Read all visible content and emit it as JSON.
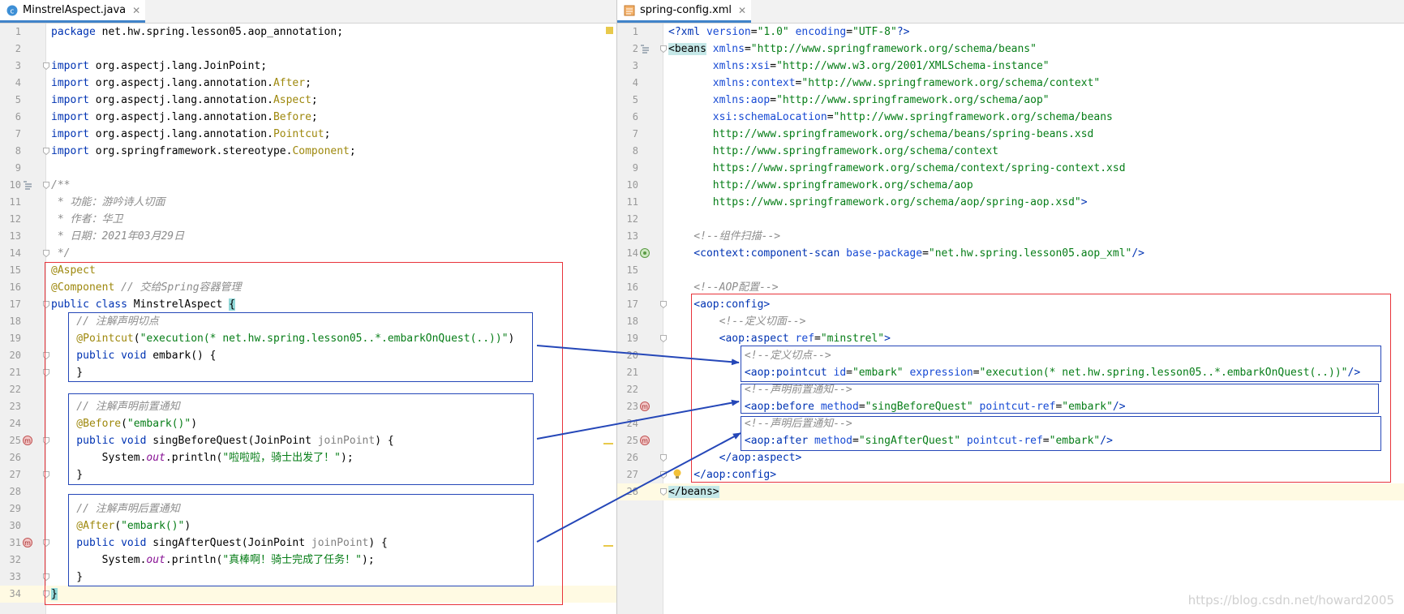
{
  "left_tab": {
    "title": "MinstrelAspect.java",
    "close_icon": "close-icon",
    "file_icon": "java-class-icon"
  },
  "right_tab": {
    "title": "spring-config.xml",
    "close_icon": "close-icon",
    "file_icon": "xml-file-icon"
  },
  "java_lines": [
    [
      [
        "kw",
        "package "
      ],
      [
        "pl",
        "net.hw.spring.lesson05.aop_annotation;"
      ]
    ],
    [],
    [
      [
        "kw",
        "import "
      ],
      [
        "pl",
        "org.aspectj.lang.JoinPoint;"
      ]
    ],
    [
      [
        "kw",
        "import "
      ],
      [
        "pl",
        "org.aspectj.lang.annotation."
      ],
      [
        "cls",
        "After"
      ],
      [
        "pl",
        ";"
      ]
    ],
    [
      [
        "kw",
        "import "
      ],
      [
        "pl",
        "org.aspectj.lang.annotation."
      ],
      [
        "cls",
        "Aspect"
      ],
      [
        "pl",
        ";"
      ]
    ],
    [
      [
        "kw",
        "import "
      ],
      [
        "pl",
        "org.aspectj.lang.annotation."
      ],
      [
        "cls",
        "Before"
      ],
      [
        "pl",
        ";"
      ]
    ],
    [
      [
        "kw",
        "import "
      ],
      [
        "pl",
        "org.aspectj.lang.annotation."
      ],
      [
        "cls",
        "Pointcut"
      ],
      [
        "pl",
        ";"
      ]
    ],
    [
      [
        "kw",
        "import "
      ],
      [
        "pl",
        "org.springframework.stereotype."
      ],
      [
        "cls",
        "Component"
      ],
      [
        "pl",
        ";"
      ]
    ],
    [],
    [
      [
        "cm",
        "/**"
      ]
    ],
    [
      [
        "cm",
        " * 功能：游吟诗人切面"
      ]
    ],
    [
      [
        "cm",
        " * 作者：华卫"
      ]
    ],
    [
      [
        "cm",
        " * 日期：2021年03月29日"
      ]
    ],
    [
      [
        "cm",
        " */"
      ]
    ],
    [
      [
        "ann",
        "@Aspect"
      ]
    ],
    [
      [
        "ann",
        "@Component "
      ],
      [
        "cm",
        "// 交给Spring容器管理"
      ]
    ],
    [
      [
        "kw",
        "public class "
      ],
      [
        "pl",
        "MinstrelAspect "
      ],
      [
        "bracehl",
        "{"
      ]
    ],
    [
      [
        "cm",
        "    // 注解声明切点"
      ]
    ],
    [
      [
        "ann",
        "    @Pointcut"
      ],
      [
        "pl",
        "("
      ],
      [
        "str",
        "\"execution(* net.hw.spring.lesson05..*.embarkOnQuest(..))\""
      ],
      [
        "pl",
        ")"
      ]
    ],
    [
      [
        "kw",
        "    public void "
      ],
      [
        "pl",
        "embark() {"
      ]
    ],
    [
      [
        "pl",
        "    }"
      ]
    ],
    [],
    [
      [
        "cm",
        "    // 注解声明前置通知"
      ]
    ],
    [
      [
        "ann",
        "    @Before"
      ],
      [
        "pl",
        "("
      ],
      [
        "str",
        "\"embark()\""
      ],
      [
        "pl",
        ")"
      ]
    ],
    [
      [
        "kw",
        "    public void "
      ],
      [
        "pl",
        "singBeforeQuest(JoinPoint "
      ],
      [
        "par",
        "joinPoint"
      ],
      [
        "pl",
        ") {"
      ]
    ],
    [
      [
        "pl",
        "        System."
      ],
      [
        "st",
        "out"
      ],
      [
        "pl",
        ".println("
      ],
      [
        "str",
        "\"啦啦啦，骑士出发了！\""
      ],
      [
        "pl",
        ");"
      ]
    ],
    [
      [
        "pl",
        "    }"
      ]
    ],
    [],
    [
      [
        "cm",
        "    // 注解声明后置通知"
      ]
    ],
    [
      [
        "ann",
        "    @After"
      ],
      [
        "pl",
        "("
      ],
      [
        "str",
        "\"embark()\""
      ],
      [
        "pl",
        ")"
      ]
    ],
    [
      [
        "kw",
        "    public void "
      ],
      [
        "pl",
        "singAfterQuest(JoinPoint "
      ],
      [
        "par",
        "joinPoint"
      ],
      [
        "pl",
        ") {"
      ]
    ],
    [
      [
        "pl",
        "        System."
      ],
      [
        "st",
        "out"
      ],
      [
        "pl",
        ".println("
      ],
      [
        "str",
        "\"真棒啊！骑士完成了任务！\""
      ],
      [
        "pl",
        ");"
      ]
    ],
    [
      [
        "pl",
        "    }"
      ]
    ],
    [
      [
        "bracehl",
        "}"
      ]
    ]
  ],
  "xml_lines": [
    [
      [
        "xpi",
        "<?xml "
      ],
      [
        "xattr",
        "version"
      ],
      [
        "pl",
        "="
      ],
      [
        "xval",
        "\"1.0\" "
      ],
      [
        "xattr",
        "encoding"
      ],
      [
        "pl",
        "="
      ],
      [
        "xval",
        "\"UTF-8\""
      ],
      [
        "xpi",
        "?>"
      ]
    ],
    [
      [
        "tagsel",
        "<beans"
      ],
      [
        "pl",
        " "
      ],
      [
        "xattr",
        "xmlns"
      ],
      [
        "pl",
        "="
      ],
      [
        "xval",
        "\"http://www.springframework.org/schema/beans\""
      ]
    ],
    [
      [
        "pl",
        "       "
      ],
      [
        "xattr",
        "xmlns:xsi"
      ],
      [
        "pl",
        "="
      ],
      [
        "xval",
        "\"http://www.w3.org/2001/XMLSchema-instance\""
      ]
    ],
    [
      [
        "pl",
        "       "
      ],
      [
        "xattr",
        "xmlns:context"
      ],
      [
        "pl",
        "="
      ],
      [
        "xval",
        "\"http://www.springframework.org/schema/context\""
      ]
    ],
    [
      [
        "pl",
        "       "
      ],
      [
        "xattr",
        "xmlns:aop"
      ],
      [
        "pl",
        "="
      ],
      [
        "xval",
        "\"http://www.springframework.org/schema/aop\""
      ]
    ],
    [
      [
        "pl",
        "       "
      ],
      [
        "xattr",
        "xsi:schemaLocation"
      ],
      [
        "pl",
        "="
      ],
      [
        "xval",
        "\"http://www.springframework.org/schema/beans"
      ]
    ],
    [
      [
        "xval",
        "       http://www.springframework.org/schema/beans/spring-beans.xsd"
      ]
    ],
    [
      [
        "xval",
        "       http://www.springframework.org/schema/context"
      ]
    ],
    [
      [
        "xval",
        "       https://www.springframework.org/schema/context/spring-context.xsd"
      ]
    ],
    [
      [
        "xval",
        "       http://www.springframework.org/schema/aop"
      ]
    ],
    [
      [
        "xval",
        "       https://www.springframework.org/schema/aop/spring-aop.xsd\""
      ],
      [
        "xtag",
        ">"
      ]
    ],
    [],
    [
      [
        "cm",
        "    <!--组件扫描-->"
      ]
    ],
    [
      [
        "xtag",
        "    <context:component-scan "
      ],
      [
        "xattr",
        "base-package"
      ],
      [
        "pl",
        "="
      ],
      [
        "xval",
        "\"net.hw.spring.lesson05.aop_xml\""
      ],
      [
        "xtag",
        "/>"
      ]
    ],
    [],
    [
      [
        "cm",
        "    <!--AOP配置-->"
      ]
    ],
    [
      [
        "xtag",
        "    <aop:config>"
      ]
    ],
    [
      [
        "cm",
        "        <!--定义切面-->"
      ]
    ],
    [
      [
        "xtag",
        "        <aop:aspect "
      ],
      [
        "xattr",
        "ref"
      ],
      [
        "pl",
        "="
      ],
      [
        "xval",
        "\"minstrel\""
      ],
      [
        "xtag",
        ">"
      ]
    ],
    [
      [
        "cm",
        "            <!--定义切点-->"
      ]
    ],
    [
      [
        "xtag",
        "            <aop:pointcut "
      ],
      [
        "xattr",
        "id"
      ],
      [
        "pl",
        "="
      ],
      [
        "xval",
        "\"embark\" "
      ],
      [
        "xattr",
        "expression"
      ],
      [
        "pl",
        "="
      ],
      [
        "xval",
        "\"execution(* net.hw.spring.lesson05..*.embarkOnQuest(..))\""
      ],
      [
        "xtag",
        "/>"
      ]
    ],
    [
      [
        "cm",
        "            <!--声明前置通知-->"
      ]
    ],
    [
      [
        "xtag",
        "            <aop:before "
      ],
      [
        "xattr",
        "method"
      ],
      [
        "pl",
        "="
      ],
      [
        "xval",
        "\"singBeforeQuest\" "
      ],
      [
        "xattr",
        "pointcut-ref"
      ],
      [
        "pl",
        "="
      ],
      [
        "xval",
        "\"embark\""
      ],
      [
        "xtag",
        "/>"
      ]
    ],
    [
      [
        "cm",
        "            <!--声明后置通知-->"
      ]
    ],
    [
      [
        "xtag",
        "            <aop:after "
      ],
      [
        "xattr",
        "method"
      ],
      [
        "pl",
        "="
      ],
      [
        "xval",
        "\"singAfterQuest\" "
      ],
      [
        "xattr",
        "pointcut-ref"
      ],
      [
        "pl",
        "="
      ],
      [
        "xval",
        "\"embark\""
      ],
      [
        "xtag",
        "/>"
      ]
    ],
    [
      [
        "xtag",
        "        </aop:aspect>"
      ]
    ],
    [
      [
        "xtag",
        "    </aop:config>"
      ]
    ],
    [
      [
        "tagsel",
        "</beans>"
      ]
    ]
  ],
  "watermark": "https://blog.csdn.net/howard2005"
}
